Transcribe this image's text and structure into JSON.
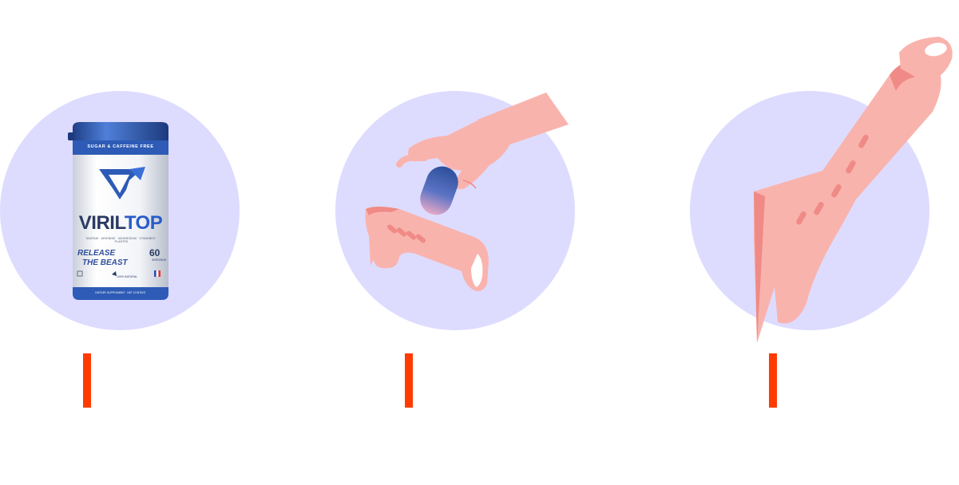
{
  "colors": {
    "circle_bg": "#dddcff",
    "marker": "#ff3b00",
    "skin": "#f9b3ad",
    "skin_dark": "#f08a86",
    "jar_blue": "#2d5bb6"
  },
  "product": {
    "band_text": "SUGAR & CAFFEINE FREE",
    "brand_part1": "VIRIL",
    "brand_part2": "TOP",
    "tagline": "TAURINE · ARGININE · MAGNESIUM · VITAMINES · PLANTES",
    "release_line1": "RELEASE",
    "release_line2": "THE BEAST",
    "servings_count": "60",
    "servings_label": "SERVINGS",
    "natural_label": "100% NATURAL",
    "footer_text": "DIETARY SUPPLEMENT · NET CONTENT"
  },
  "steps": [
    {
      "icon": "supplement-jar-icon"
    },
    {
      "icon": "hand-dropping-capsule-icon"
    },
    {
      "icon": "enhanced-result-icon"
    }
  ]
}
